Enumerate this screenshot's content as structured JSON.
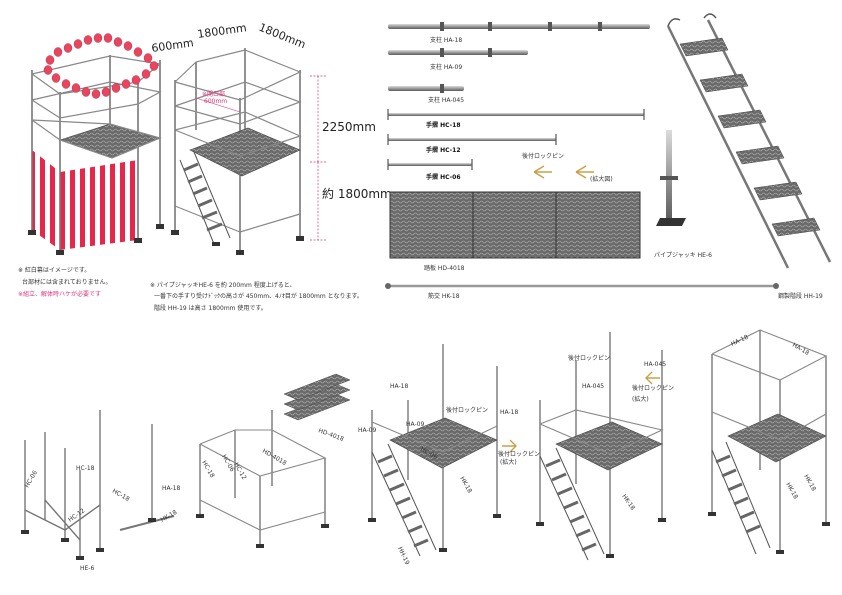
{
  "dimensions": {
    "w600": "600mm",
    "w1800a": "1800mm",
    "w1800b": "1800mm",
    "h2250": "2250mm",
    "h1800": "約 1800mm",
    "opening": "※開口部",
    "opening_mm": "600mm"
  },
  "notes_left": {
    "line1": "※ 紅白幕はイメージです。",
    "line2": "台部材には含まれておりません。",
    "line3": "※組立、解体時ハケが必要です"
  },
  "notes_center": {
    "line1": "※ パイプジャッキHE-6 を約 200mm 程度上げると、",
    "line2": "一番下の手すり受けﾄﾞｯｸの高さが 450mm、4ﾉｵ目が 1800mm となります。",
    "line3": "階段 HH-19 は高さ 1800mm 使用です。"
  },
  "parts": {
    "ha18": "支柱 HA-18",
    "ha09": "支柱 HA-09",
    "ha045": "支柱 HA-045",
    "hc18": "手摺 HC-18",
    "hc12": "手摺 HC-12",
    "hc06": "手摺 HC-06",
    "pin": "後付ロックピン",
    "zoom": "(拡大図)",
    "hd4018": "踏板 HD-4018",
    "he6": "パイプジャッキ HE-6",
    "hk18": "筋交 HK-18",
    "hh19": "鋼製階段 HH-19"
  },
  "steps": {
    "s1": {
      "hc06": "HC-06",
      "hc18a": "HC-18",
      "hc18b": "HC-18",
      "ha18": "HA-18",
      "hc12": "HC-12",
      "he6": "HE-6",
      "hk18": "HK-18"
    },
    "s2": {
      "hd4018a": "HD-4018",
      "hd4018b": "HD-4018",
      "hc18": "HC-18",
      "hc06": "HC-06",
      "hc12": "HC-12"
    },
    "s3": {
      "ha18a": "HA-18",
      "ha18b": "HA-18",
      "ha09a": "HA-09",
      "ha09b": "HA-09",
      "hc06": "HC-06",
      "pin": "後付ロックピン",
      "zoom": "(拡大)",
      "pin2": "後付ロックピン",
      "hk18": "HK-18",
      "hh19": "HH-19"
    },
    "s4": {
      "pin": "後付ロックピン",
      "ha045a": "HA-045",
      "ha045b": "HA-045",
      "pin2": "後付ロックピン",
      "zoom": "(拡大)",
      "hk18": "HK-18"
    },
    "s5": {
      "ha18a": "HA-18",
      "ha18b": "HA-18",
      "hk18a": "HK-18",
      "hk18b": "HK-18"
    }
  },
  "colors": {
    "steel": "#8a8a8a",
    "deck": "#555555",
    "lantern": "#e8465e",
    "curtain": "#e8254b",
    "dim": "#e0337a"
  }
}
